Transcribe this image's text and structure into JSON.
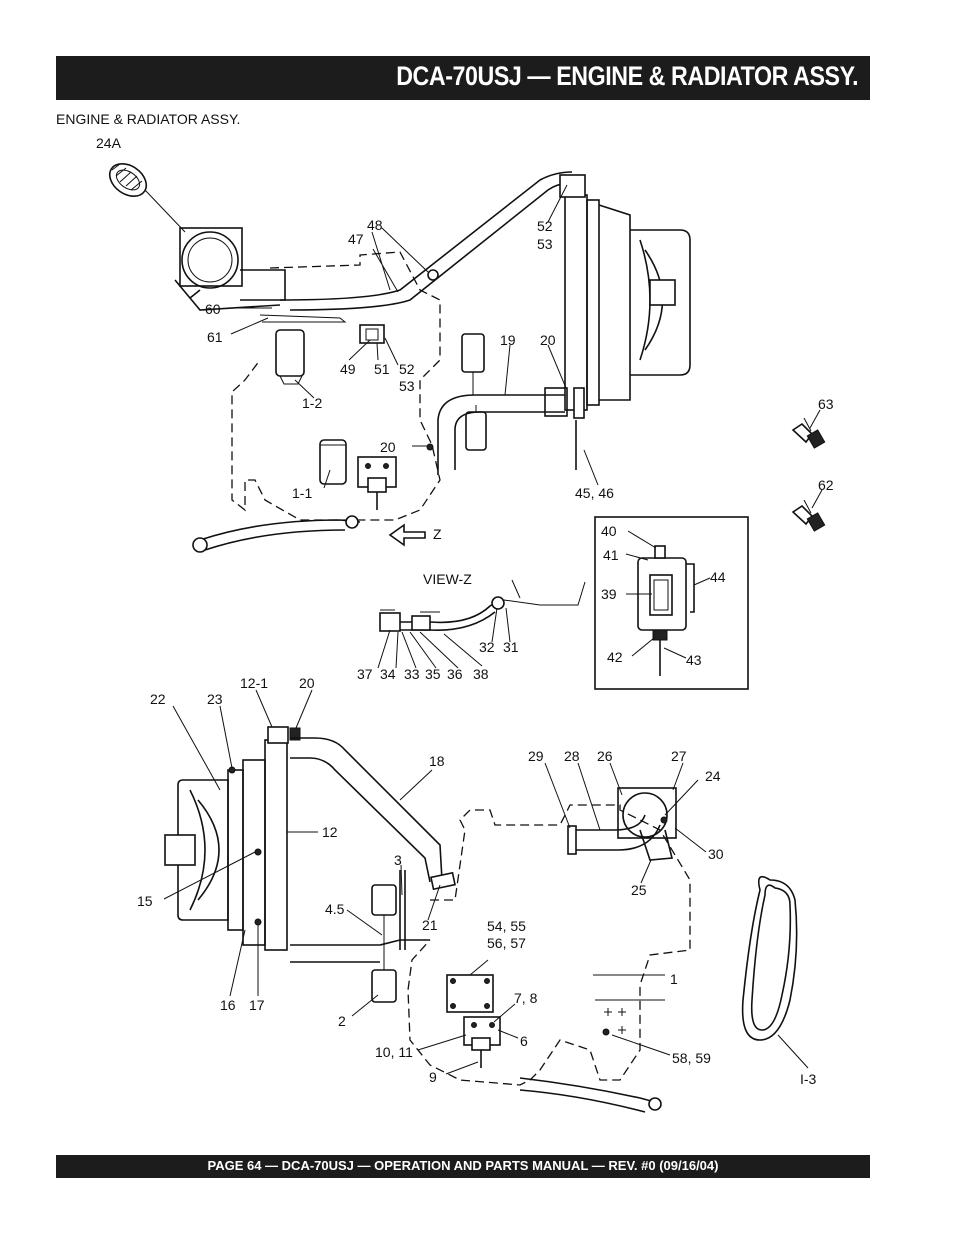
{
  "header": {
    "title": "DCA-70USJ — ENGINE & RADIATOR ASSY."
  },
  "subtitle": "ENGINE & RADIATOR ASSY.",
  "footer": {
    "text": "PAGE 64 — DCA-70USJ —  OPERATION AND PARTS  MANUAL — REV. #0  (09/16/04)"
  },
  "callouts": {
    "c24A": "24A",
    "c48": "48",
    "c47": "47",
    "c60": "60",
    "c61": "61",
    "c49": "49",
    "c51": "51",
    "c52a": "52",
    "c53a": "53",
    "c52b": "52",
    "c53b": "53",
    "c19a": "19",
    "c20a": "20",
    "c1_2": "1-2",
    "c20b": "20",
    "c1_1": "1-1",
    "cZ": "Z",
    "c45_46": "45, 46",
    "c63": "63",
    "c62": "62",
    "c40": "40",
    "c41": "41",
    "c39": "39",
    "c44": "44",
    "c42": "42",
    "c43": "43",
    "viewZ": "VIEW-Z",
    "c37": "37",
    "c34": "34",
    "c33": "33",
    "c35": "35",
    "c36": "36",
    "c38": "38",
    "c32": "32",
    "c31": "31",
    "c22": "22",
    "c23": "23",
    "c12_1": "12-1",
    "c20c": "20",
    "c18": "18",
    "c12": "12",
    "c15": "15",
    "c3": "3",
    "c4_5": "4.5",
    "c21": "21",
    "c16": "16",
    "c17": "17",
    "c2": "2",
    "c29": "29",
    "c28": "28",
    "c26": "26",
    "c27": "27",
    "c24": "24",
    "c30": "30",
    "c25": "25",
    "c1": "1",
    "c54_55": "54, 55",
    "c56_57": "56, 57",
    "c7_8": "7, 8",
    "c6": "6",
    "c10_11": "10, 11",
    "c9": "9",
    "c58_59": "58, 59",
    "c1_3": "I-3"
  }
}
